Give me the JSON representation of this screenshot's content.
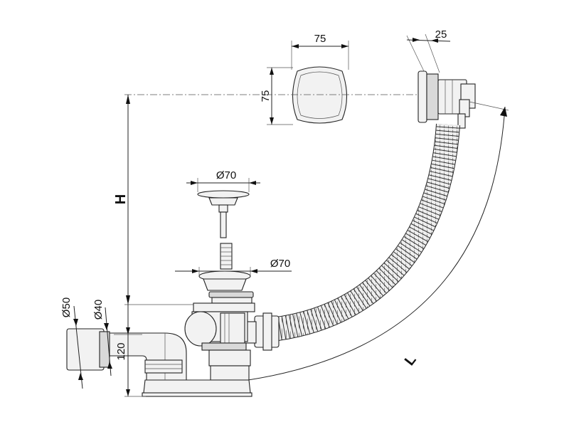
{
  "dimensions": {
    "plate_width": "75",
    "plate_height": "75",
    "overflow_depth": "25",
    "plug_diameter": "Ø70",
    "drain_diameter": "Ø70",
    "height": "H",
    "length": "L",
    "outlet_outer_diameter": "Ø50",
    "outlet_inner_diameter": "Ø40",
    "trap_height": "120"
  },
  "colors": {
    "line": "#222222",
    "fill_light": "#f2f2f2",
    "fill_dark": "#d9d9d9"
  }
}
